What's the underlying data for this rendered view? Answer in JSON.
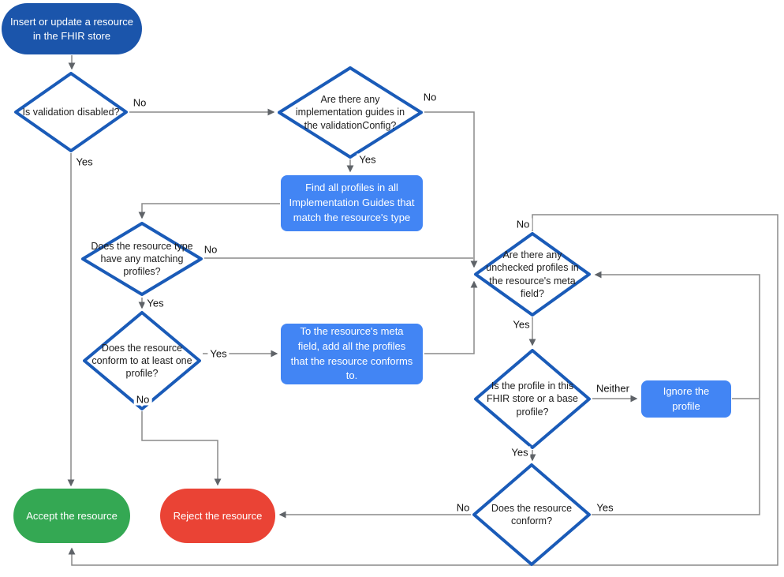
{
  "diagram": {
    "colors": {
      "start_fill": "#1B55AB",
      "process_fill": "#4285F4",
      "accept_fill": "#34A853",
      "reject_fill": "#EA4335",
      "diamond_border": "#1A5BB8",
      "edge_line": "#8A8A8A",
      "arrowhead": "#5F6368"
    },
    "nodes": {
      "start": {
        "type": "terminator",
        "label": "Insert or update a resource in the FHIR store"
      },
      "validation": {
        "type": "decision",
        "label": "Is validation disabled?"
      },
      "guides": {
        "type": "decision",
        "label": "Are there any implementation guides in the validationConfig?"
      },
      "find_profiles": {
        "type": "process",
        "label": "Find all profiles in all Implementation Guides that match the resource's type"
      },
      "matching": {
        "type": "decision",
        "label": "Does the resource type have any matching profiles?"
      },
      "conform_one": {
        "type": "decision",
        "label": "Does the resource conform to at least one profile?"
      },
      "add_profiles": {
        "type": "process",
        "label": "To the resource's meta field, add all the profiles that the resource conforms to."
      },
      "unchecked": {
        "type": "decision",
        "label": "Are there any unchecked profiles in the resource's meta field?"
      },
      "profile_in_store": {
        "type": "decision",
        "label": "Is the profile in this FHIR store or a base profile?"
      },
      "ignore_profile": {
        "type": "process",
        "label": "Ignore the profile"
      },
      "conform": {
        "type": "decision",
        "label": "Does the resource conform?"
      },
      "accept": {
        "type": "terminator",
        "label": "Accept the resource"
      },
      "reject": {
        "type": "terminator",
        "label": "Reject the resource"
      }
    },
    "edge_labels": {
      "validation_no": "No",
      "validation_yes": "Yes",
      "guides_no": "No",
      "guides_yes": "Yes",
      "matching_no": "No",
      "matching_yes": "Yes",
      "conform_one_yes": "Yes",
      "conform_one_no": "No",
      "unchecked_no": "No",
      "unchecked_yes": "Yes",
      "profile_neither": "Neither",
      "profile_yes": "Yes",
      "conform_yes": "Yes",
      "conform_no": "No"
    }
  }
}
